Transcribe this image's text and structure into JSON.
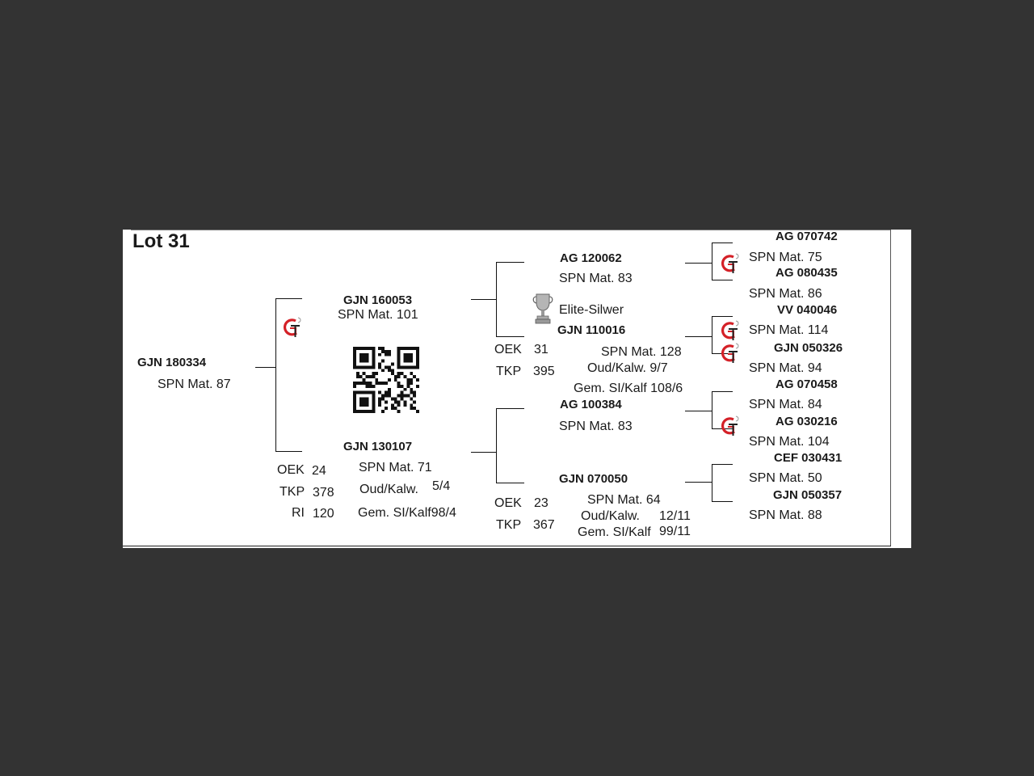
{
  "title": "Lot 31",
  "animal": {
    "id": "GJN 180334",
    "spn": "SPN Mat. 87"
  },
  "sire": {
    "id": "GJN 160053",
    "spn": "SPN Mat. 101"
  },
  "dam": {
    "id": "GJN 130107",
    "spn": "SPN Mat. 71",
    "calving_label": "Oud/Kalw.",
    "calving_value": "5/4",
    "wean_label": "Gem. SI/Kalf98/4",
    "stats": [
      {
        "label": "OEK",
        "value": "24"
      },
      {
        "label": "TKP",
        "value": "378"
      },
      {
        "label": "RI",
        "value": "120"
      }
    ]
  },
  "sire_sire": {
    "id": "AG  120062",
    "spn": "SPN Mat. 83"
  },
  "sire_dam": {
    "award": "Elite-Silwer",
    "id": "GJN 110016",
    "spn": "SPN Mat. 128",
    "calving": "Oud/Kalw.  9/7",
    "wean": "Gem. SI/Kalf  108/6",
    "stats": [
      {
        "label": "OEK",
        "value": "31"
      },
      {
        "label": "TKP",
        "value": "395"
      }
    ]
  },
  "dam_sire": {
    "id": "AG  100384",
    "spn": "SPN Mat. 83"
  },
  "dam_dam": {
    "id": "GJN 070050",
    "spn": "SPN Mat. 64",
    "calving_label": "Oud/Kalw.",
    "calving_value": "12/11",
    "wean_label": "Gem. SI/Kalf",
    "wean_value": "99/11",
    "stats": [
      {
        "label": "OEK",
        "value": "23"
      },
      {
        "label": "TKP",
        "value": "367"
      }
    ]
  },
  "great_grandparents": [
    {
      "id": "AG  070742",
      "spn": "SPN Mat. 75"
    },
    {
      "id": "AG  080435",
      "spn": "SPN Mat. 86"
    },
    {
      "id": "VV  040046",
      "spn": "SPN Mat. 114"
    },
    {
      "id": "GJN 050326",
      "spn": "SPN Mat. 94"
    },
    {
      "id": "AG  070458",
      "spn": "SPN Mat. 84"
    },
    {
      "id": "AG  030216",
      "spn": "SPN Mat. 104"
    },
    {
      "id": "CEF 030431",
      "spn": "SPN Mat. 50"
    },
    {
      "id": "GJN 050357",
      "spn": "SPN Mat. 88"
    }
  ],
  "icons": {
    "logo": "gt-breeder-logo-icon",
    "trophy": "trophy-icon",
    "qr": "qr-code-icon"
  },
  "colors": {
    "logo_red": "#d42027",
    "background": "#333333"
  }
}
